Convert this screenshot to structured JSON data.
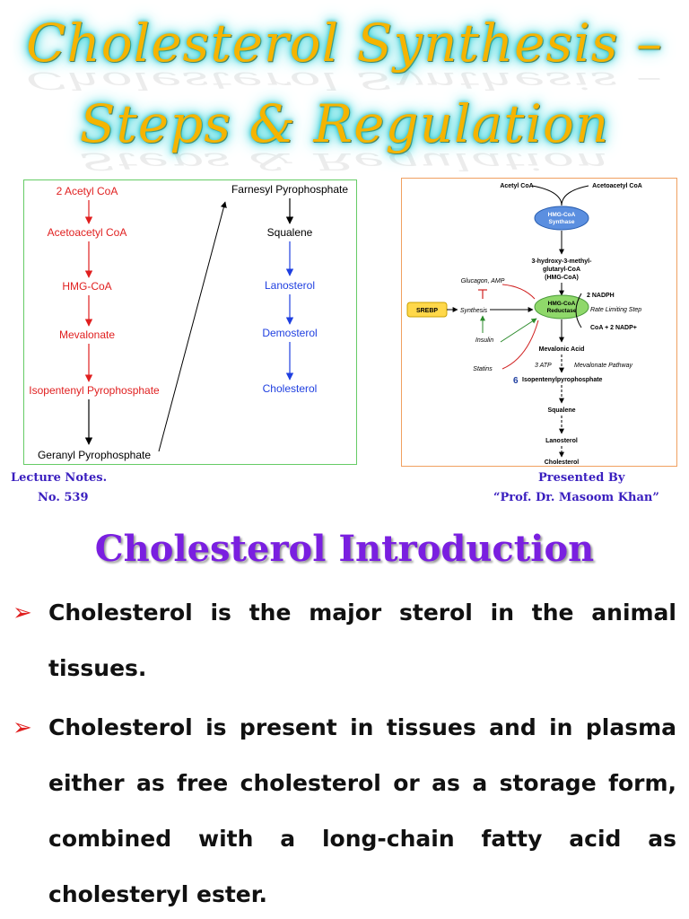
{
  "title": {
    "line1": "Cholesterol Synthesis –",
    "line2": "Steps & Regulation"
  },
  "left_diagram": {
    "left_column": [
      "2 Acetyl CoA",
      "Acetoacetyl CoA",
      "HMG-CoA",
      "Mevalonate",
      "Isopentenyl Pyrophosphate",
      "Geranyl Pyrophosphate"
    ],
    "right_column": [
      "Farnesyl Pyrophosphate",
      "Squalene",
      "Lanosterol",
      "Demosterol",
      "Cholesterol"
    ],
    "colors": {
      "red": "#e01f1f",
      "blue": "#1f3fe0",
      "black": "#000000"
    }
  },
  "right_diagram": {
    "acetyl": "Acetyl CoA",
    "acetoacetyl": "Acetoacetyl CoA",
    "synthase_l1": "HMG-CoA",
    "synthase_l2": "Synthase",
    "hmg_l1": "3-hydroxy-3-methyl-",
    "hmg_l2": "glutaryl-CoA",
    "hmg_l3": "(HMG-CoA)",
    "glucagon": "Glucagon, AMP",
    "srebp": "SREBP",
    "synthesis": "Synthesis",
    "insulin": "Insulin",
    "reductase_l1": "HMG-CoA",
    "reductase_l2": "Reductase",
    "nadph": "2 NADPH",
    "rate": "Rate Limiting Step",
    "coa": "CoA + 2 NADP+",
    "mevalonic": "Mevalonic Acid",
    "statins": "Statins",
    "atp": "3 ATP",
    "mev_path": "Mevalonate Pathway",
    "six": "6",
    "isopentenyl": "Isopentenylpyrophosphate",
    "squalene": "Squalene",
    "lanosterol": "Lanosterol",
    "cholesterol": "Cholesterol"
  },
  "footer": {
    "lecture": "Lecture Notes.",
    "lecture_no": "No. 539",
    "presented_by": "Presented By",
    "presenter": "“Prof. Dr. Masoom Khan”"
  },
  "section_title": "Cholesterol Introduction",
  "bullets": [
    {
      "lines": [
        "Cholesterol is the major sterol in the animal",
        "tissues."
      ]
    },
    {
      "lines": [
        "Cholesterol is present in tissues and in plasma",
        "either as free cholesterol or as a storage form,",
        "combined with a long-chain fatty acid as",
        "cholesteryl ester."
      ]
    }
  ]
}
